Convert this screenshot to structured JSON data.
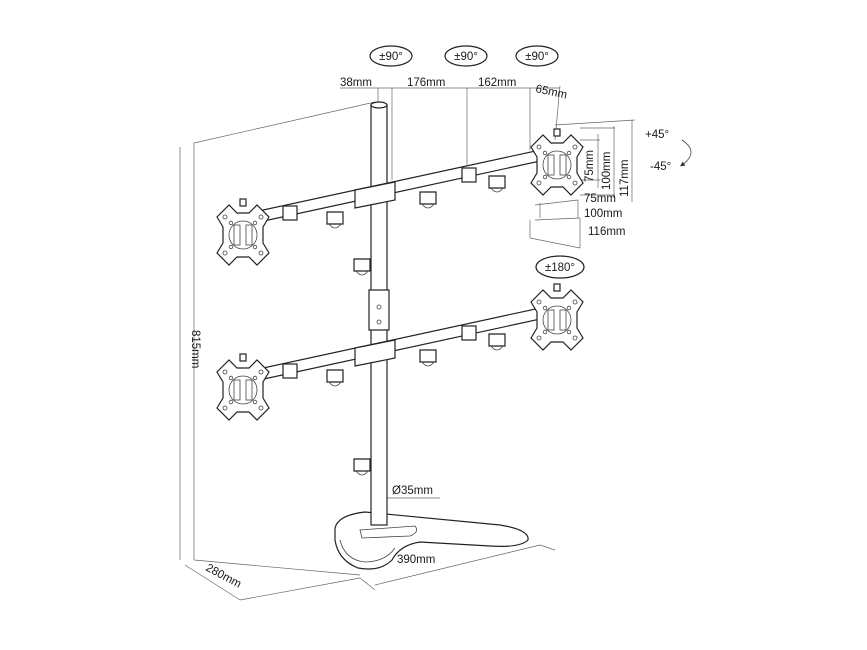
{
  "dimensions": {
    "arm_offset": "38mm",
    "arm_segment_1": "176mm",
    "arm_segment_2": "162mm",
    "plate_offset": "65mm",
    "vesa_75_h": "75mm",
    "vesa_100_h": "100mm",
    "plate_height": "117mm",
    "vesa_75_w": "75mm",
    "vesa_100_w": "100mm",
    "plate_width": "116mm",
    "pole_diameter": "Ø35mm",
    "base_width": "390mm",
    "base_depth": "280mm",
    "total_height": "815mm"
  },
  "rotations": {
    "swivel_1": "±90°",
    "swivel_2": "±90°",
    "swivel_3": "±90°",
    "rotate": "±180°",
    "tilt_up": "+45°",
    "tilt_down": "-45°"
  },
  "colors": {
    "line": "#222222",
    "background": "#ffffff"
  }
}
